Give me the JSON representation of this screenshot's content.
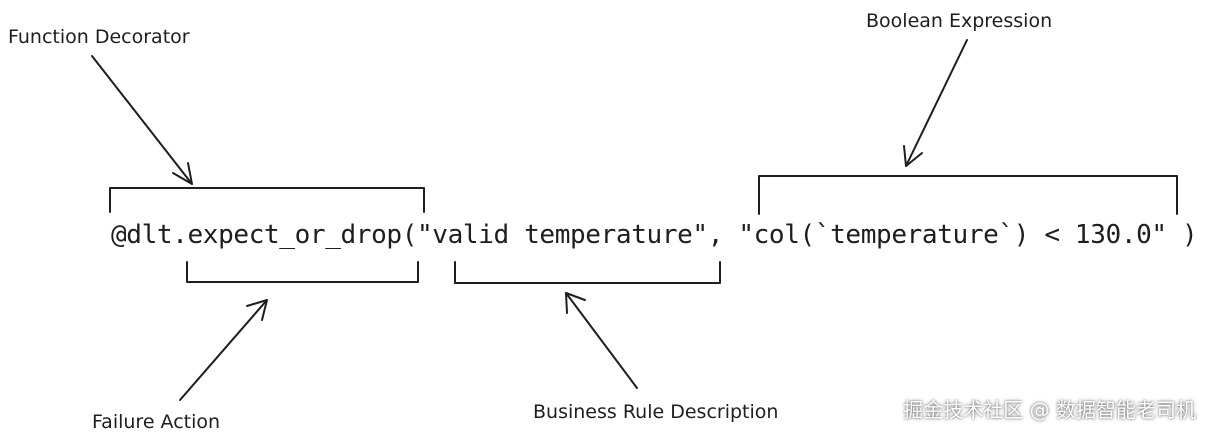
{
  "labels": {
    "function_decorator": "Function Decorator",
    "boolean_expression": "Boolean Expression",
    "failure_action": "Failure Action",
    "business_rule_description": "Business Rule Description"
  },
  "code_line": "@dlt.expect_or_drop(\"valid temperature\", \"col(`temperature`) < 130.0\" )",
  "watermark": "掘金技术社区 @ 数据智能老司机",
  "colors": {
    "ink": "#1e1e1e",
    "background": "#ffffff"
  }
}
